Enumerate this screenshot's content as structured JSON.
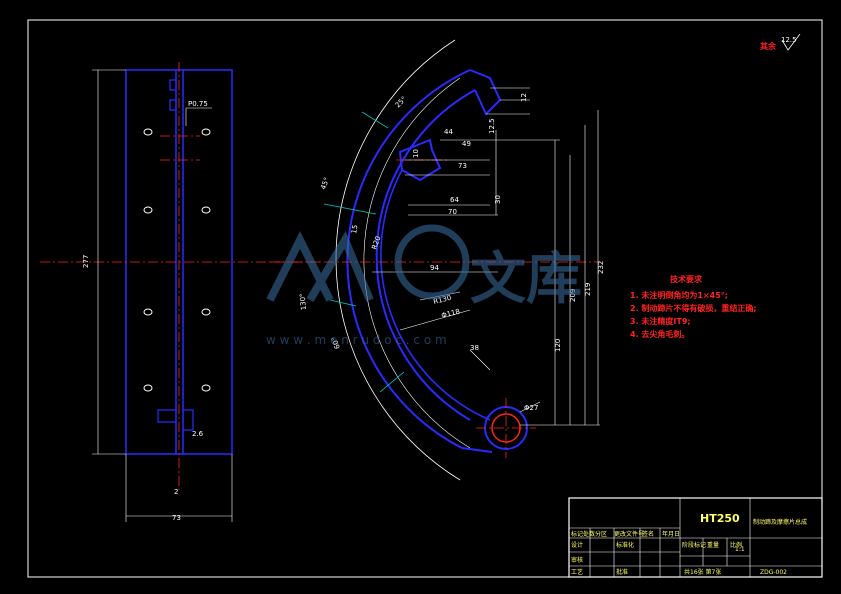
{
  "colors": {
    "background": "#000000",
    "outline": "#ffffff",
    "part": "#2a2aff",
    "center_line": "#ff2222",
    "dimension": "#00cccc",
    "text_yellow": "#ffff66",
    "watermark": "#3b6fa3"
  },
  "left_view": {
    "dims": {
      "height": "277",
      "width": "73",
      "pitch": "P0.75",
      "small": "2.6",
      "bottom": "2"
    }
  },
  "right_view": {
    "dims": {
      "d12": "12",
      "d12_5": "12.5",
      "d44": "44",
      "d49": "49",
      "d10": "10",
      "d73": "73",
      "d30": "30",
      "d64": "64",
      "d70": "70",
      "d94": "94",
      "d120": "120",
      "d209": "209",
      "d219": "219",
      "d232": "232",
      "r130": "R130",
      "r118": "Φ118",
      "d15": "15",
      "d38": "38",
      "phi27": "Φ27",
      "a45": "45°",
      "a25": "25°",
      "a130": "130°",
      "a60": "60°",
      "a20": "R20"
    }
  },
  "roughness": {
    "label": "其余",
    "value": "12.5"
  },
  "tech_requirements": {
    "title": "技术要求",
    "items": [
      "1. 未注明倒角均为1×45°;",
      "2. 制动蹄片不得有破损，重结正确;",
      "3. 未注精度IT9;",
      "4. 去尖角毛刺。"
    ]
  },
  "watermark": {
    "brand": "文库",
    "url": "w w w . m e n r u d o c . c o m"
  },
  "title_block": {
    "material": "HT250",
    "part_name": "制动蹄及摩擦片总成",
    "drawing_no": "ZDG-002",
    "scale": "1:1",
    "sheets": "共16张 第7张",
    "rows": [
      "标记处数分区",
      "更改文件号",
      "签名",
      "年月日",
      "设计",
      "标准化",
      "审核",
      "工艺",
      "批准"
    ],
    "stage_headers": [
      "阶段标记",
      "重量",
      "比例"
    ]
  }
}
